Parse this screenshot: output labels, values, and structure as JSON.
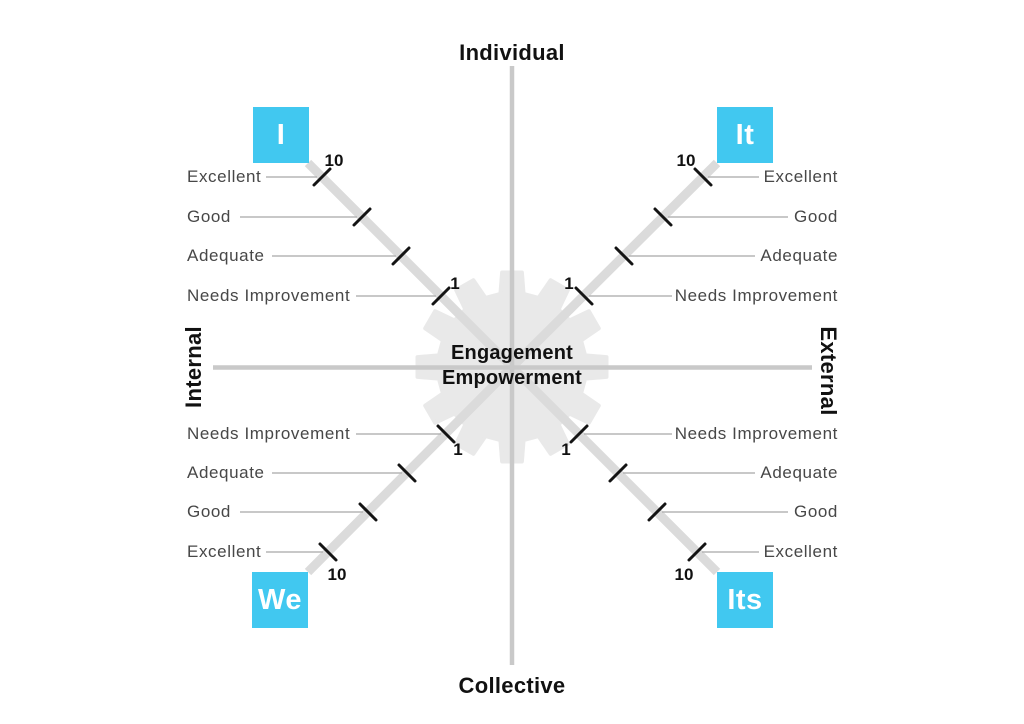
{
  "diagram": {
    "axes": {
      "top": "Individual",
      "bottom": "Collective",
      "left": "Internal",
      "right": "External"
    },
    "center": {
      "line1": "Engagement",
      "line2": "Empowerment"
    },
    "scale": {
      "max": "10",
      "min": "1"
    },
    "quadrants": [
      {
        "name": "upper-left",
        "badge": "I",
        "labels": [
          "Excellent",
          "Good",
          "Adequate",
          "Needs Improvement"
        ]
      },
      {
        "name": "upper-right",
        "badge": "It",
        "labels": [
          "Excellent",
          "Good",
          "Adequate",
          "Needs Improvement"
        ]
      },
      {
        "name": "lower-left",
        "badge": "We",
        "labels": [
          "Needs Improvement",
          "Adequate",
          "Good",
          "Excellent"
        ]
      },
      {
        "name": "lower-right",
        "badge": "Its",
        "labels": [
          "Needs Improvement",
          "Adequate",
          "Good",
          "Excellent"
        ]
      }
    ],
    "colors": {
      "accent": "#41C8F0",
      "axis_line": "#c9c9c9",
      "diagonal": "#dbdbdb",
      "gear": "#e9e9e9",
      "leader": "#b5b5b5",
      "tick": "#141414",
      "label_text": "#474747",
      "heading_text": "#111111"
    }
  }
}
